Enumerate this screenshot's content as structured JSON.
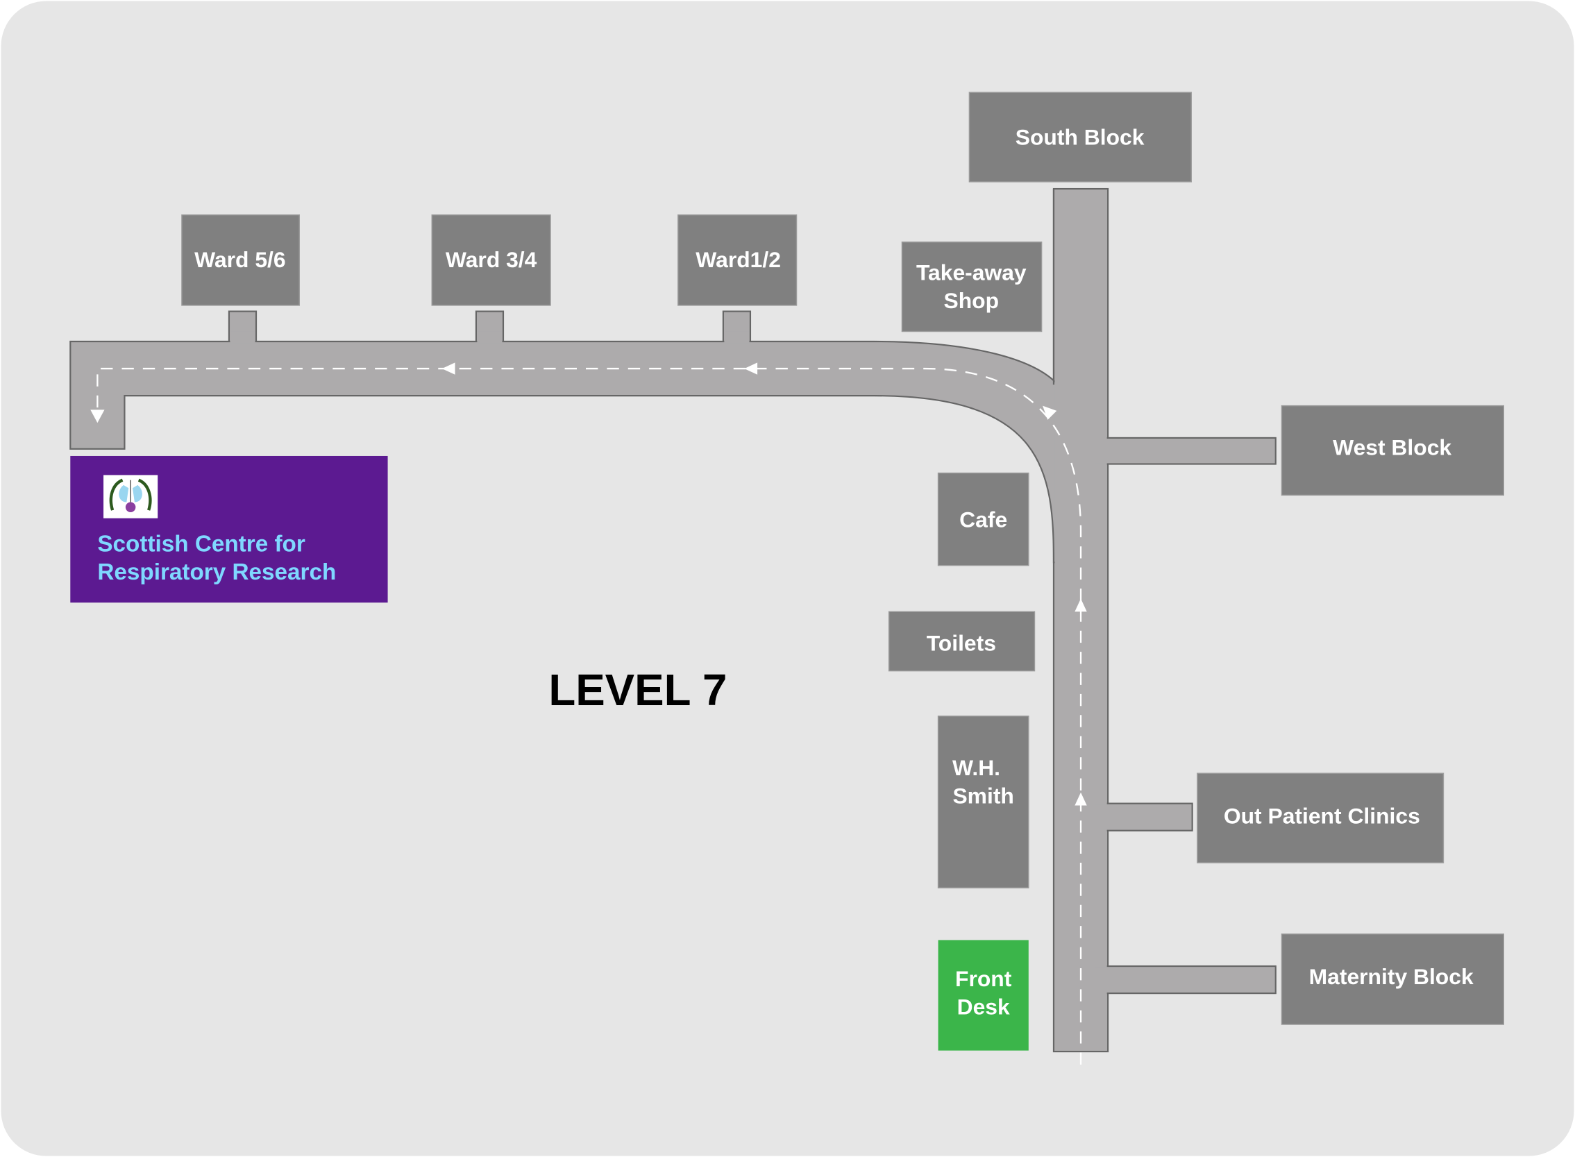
{
  "map": {
    "title": "LEVEL 7",
    "colors": {
      "background": "#e6e6e6",
      "road": "#adabac",
      "building": "#808080",
      "front_desk": "#3bb54a",
      "research_centre": "#5c1a91",
      "research_text": "#7fd8ff"
    },
    "buildings": {
      "south_block": "South Block",
      "ward_56": "Ward 5/6",
      "ward_34": "Ward 3/4",
      "ward_12": "Ward1/2",
      "takeaway_line1": "Take-away",
      "takeaway_line2": "Shop",
      "west_block": "West Block",
      "cafe": "Cafe",
      "toilets": "Toilets",
      "whsmith_line1": "W.H.",
      "whsmith_line2": "Smith",
      "out_patient": "Out Patient Clinics",
      "maternity": "Maternity Block",
      "front_desk_line1": "Front",
      "front_desk_line2": "Desk"
    },
    "destination": {
      "line1": "Scottish Centre for",
      "line2": "Respiratory Research",
      "logo_icon": "thistle-lungs-logo"
    }
  }
}
